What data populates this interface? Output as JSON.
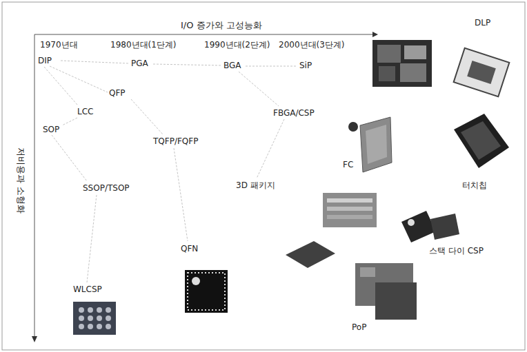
{
  "diagram": {
    "labels": [
      "I/O 증가와 고성능화",
      "1970년대",
      "1980년대(1단계)",
      "1990년대(2단계)",
      "2000년대(3단계)",
      "DIP",
      "PGA",
      "BGA",
      "SiP",
      "DLP",
      "QFP",
      "LCC",
      "FBGA/CSP",
      "SOP",
      "TQFP/FQFP",
      "FC",
      "터치칩",
      "SSOP/TSOP",
      "3D 패키지",
      "스택 다이 CSP",
      "QFN",
      "WLCSP",
      "PoP",
      "저비용과 소형화"
    ]
  }
}
